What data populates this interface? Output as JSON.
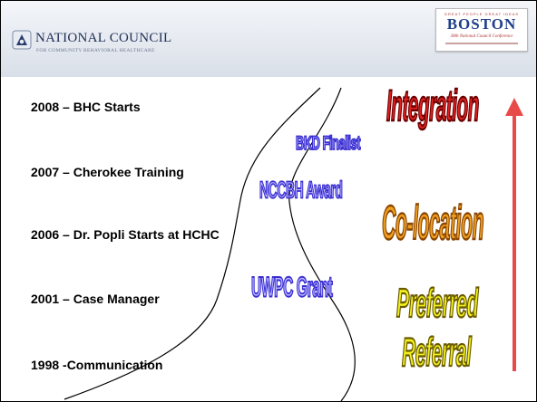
{
  "header": {
    "org_name": "NATIONAL COUNCIL",
    "org_subtitle": "FOR COMMUNITY BEHAVIORAL HEALTHCARE",
    "logo_icon": "national-council-logo",
    "badge": {
      "top_line": "GREAT PEOPLE GREAT IDEAS",
      "city": "BOSTON",
      "conference": "38th National Council Conference"
    }
  },
  "milestones": [
    "2008 – BHC Starts",
    "2007 – Cherokee Training",
    "2006 – Dr. Popli Starts at HCHC",
    "2001 – Case Manager",
    "1998 -Communication"
  ],
  "awards": [
    "BKD Finalist",
    "NCCBH Award",
    "UWPC Grant"
  ],
  "stages": {
    "integration": "Integration",
    "colocation": "Co-location",
    "referral_line1": "Preferred",
    "referral_line2": "Referral"
  },
  "colors": {
    "arrow": "#e84a4a",
    "award_fill": "#b8b2ff",
    "integration": "#e02020",
    "colocation": "#f0a020",
    "referral": "#f2f21e"
  }
}
